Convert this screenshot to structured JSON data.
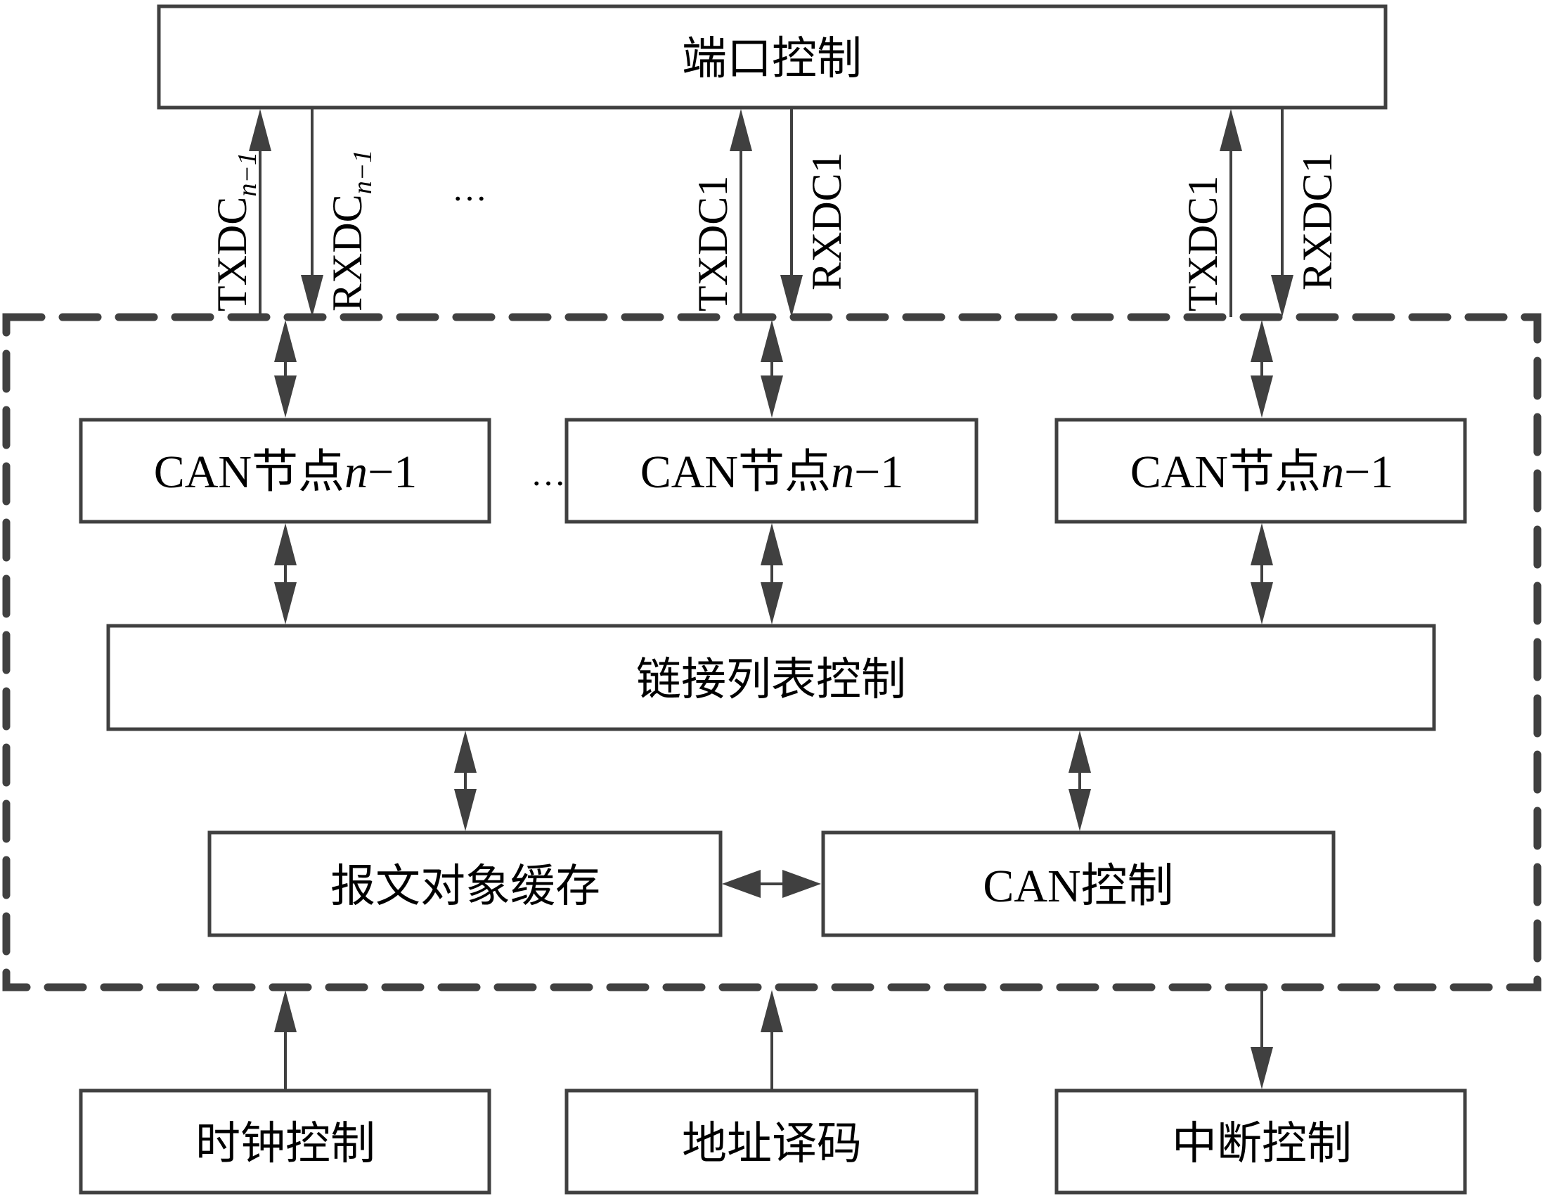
{
  "diagram": {
    "top_box": {
      "label": "端口控制"
    },
    "signals": [
      {
        "tx": "TXDC",
        "tx_sub": "n−1",
        "rx": "RXDC",
        "rx_sub": "n−1"
      },
      {
        "tx": "TXDC1",
        "tx_sub": "",
        "rx": "RXDC1",
        "rx_sub": ""
      },
      {
        "tx": "TXDC1",
        "tx_sub": "",
        "rx": "RXDC1",
        "rx_sub": ""
      }
    ],
    "ellipsis": "…",
    "can_nodes": [
      {
        "prefix": "CAN节点",
        "var": "n",
        "suffix": "−1"
      },
      {
        "prefix": "CAN节点",
        "var": "n",
        "suffix": "−1"
      },
      {
        "prefix": "CAN节点",
        "var": "n",
        "suffix": "−1"
      }
    ],
    "link_list_box": {
      "label": "链接列表控制"
    },
    "message_buffer_box": {
      "label": "报文对象缓存"
    },
    "can_control_box": {
      "label": "CAN控制"
    },
    "bottom_boxes": [
      {
        "label": "时钟控制"
      },
      {
        "label": "地址译码"
      },
      {
        "label": "中断控制"
      }
    ],
    "colors": {
      "line": "#404040",
      "text": "#000000",
      "background": "#ffffff"
    }
  }
}
